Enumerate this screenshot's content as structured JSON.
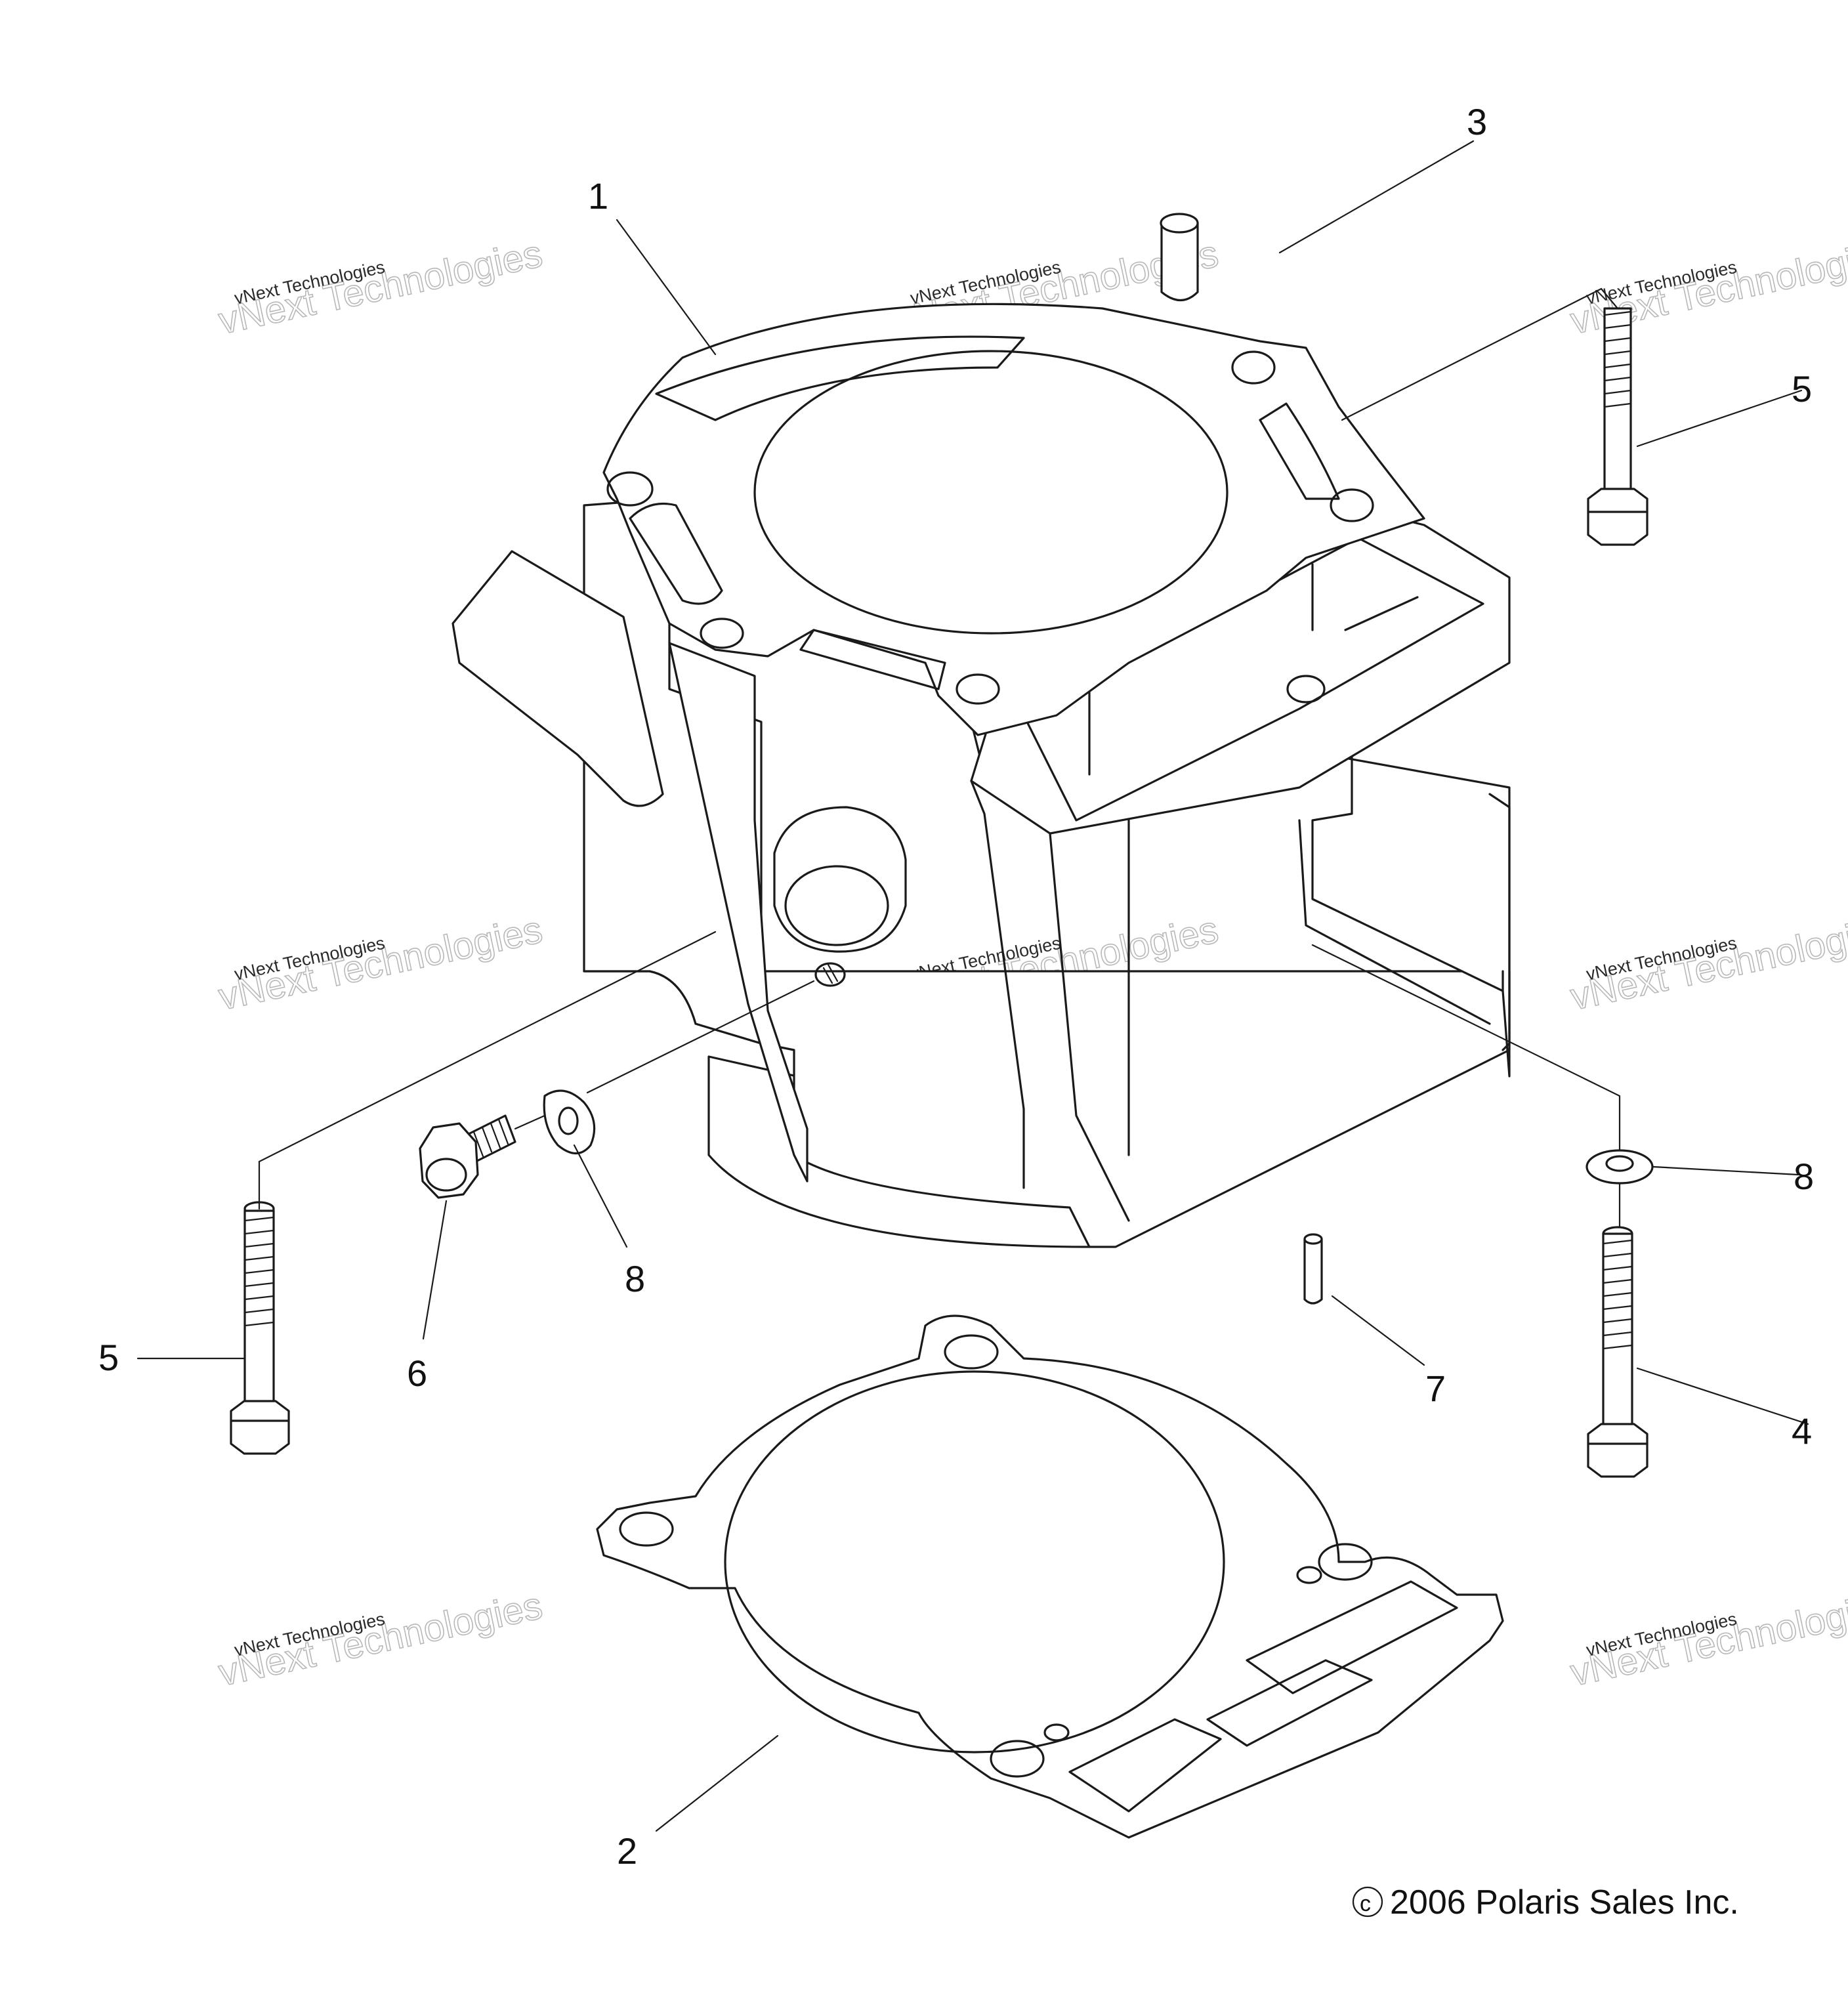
{
  "callouts": {
    "c1": "1",
    "c2": "2",
    "c3": "3",
    "c4": "4",
    "c5a": "5",
    "c5b": "5",
    "c6": "6",
    "c7": "7",
    "c8a": "8",
    "c8b": "8"
  },
  "watermark": {
    "line1": "vNext Technologies",
    "line2": "vNext Technologies"
  },
  "copyright": {
    "symbol": "c",
    "text": "2006 Polaris Sales Inc."
  },
  "colors": {
    "line": "#1a1a1a",
    "background": "#ffffff",
    "watermark": "#b8b8b8"
  }
}
